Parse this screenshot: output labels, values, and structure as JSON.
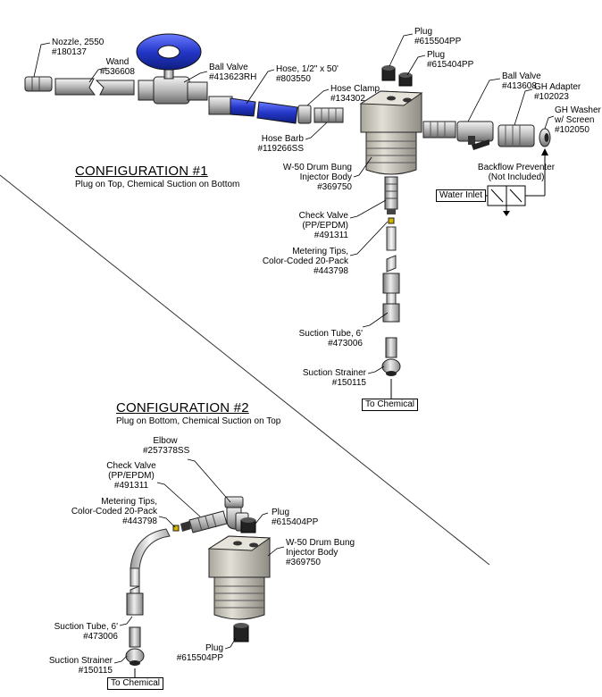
{
  "config1": {
    "title": "CONFIGURATION #1",
    "subtitle": "Plug on Top, Chemical Suction on Bottom"
  },
  "config2": {
    "title": "CONFIGURATION #2",
    "subtitle": "Plug on Bottom, Chemical Suction on Top"
  },
  "labels1": {
    "nozzle": "Nozzle, 2550\n#180137",
    "wand": "Wand\n#536608",
    "ball_valve_left": "Ball Valve\n#413623RH",
    "hose": "Hose, 1/2\" x 50'\n#803550",
    "hose_clamp": "Hose Clamp\n#134302",
    "hose_barb": "Hose Barb\n#119266SS",
    "plug_top_1": "Plug\n#615504PP",
    "plug_top_2": "Plug\n#615404PP",
    "ball_valve_right": "Ball Valve\n#413608",
    "gh_adapter": "GH Adapter\n#102023",
    "gh_washer": "GH Washer\nw/ Screen\n#102050",
    "backflow": "Backflow Preventer\n(Not Included)",
    "water_inlet": "Water Inlet",
    "injector_body": "W-50 Drum Bung\nInjector Body\n#369750",
    "check_valve": "Check Valve\n(PP/EPDM)\n#491311",
    "metering_tips": "Metering Tips,\nColor-Coded 20-Pack\n#443798",
    "suction_tube": "Suction Tube, 6'\n#473006",
    "suction_strainer": "Suction Strainer\n#150115",
    "to_chemical": "To Chemical"
  },
  "labels2": {
    "elbow": "Elbow\n#257378SS",
    "check_valve": "Check Valve\n(PP/EPDM)\n#491311",
    "metering_tips": "Metering Tips,\nColor-Coded 20-Pack\n#443798",
    "plug_top": "Plug\n#615404PP",
    "injector_body": "W-50 Drum Bung\nInjector Body\n#369750",
    "suction_tube": "Suction Tube, 6'\n#473006",
    "suction_strainer": "Suction Strainer\n#150115",
    "plug_bottom": "Plug\n#615504PP",
    "to_chemical": "To Chemical"
  },
  "colors": {
    "metal_light": "#d8d8d8",
    "metal_dark": "#8a8a8a",
    "body_fill": "#c9c6bd",
    "hose_blue": "#2a3fd0",
    "handle_blue": "#1f3fbf",
    "plug_black": "#222222"
  }
}
